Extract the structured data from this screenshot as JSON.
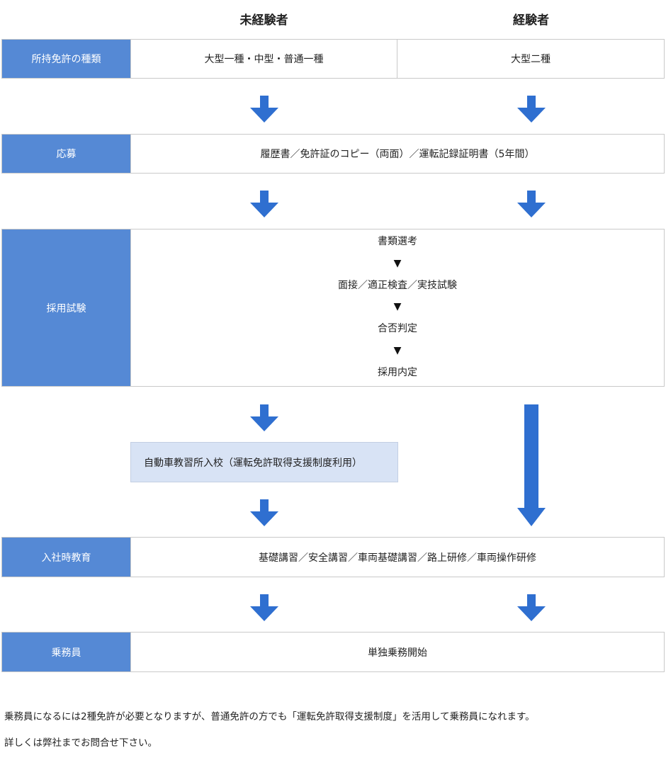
{
  "columns": {
    "inexperienced": "未経験者",
    "experienced": "経験者"
  },
  "rows": {
    "license": {
      "label": "所持免許の種類",
      "inexperienced": "大型一種・中型・普通一種",
      "experienced": "大型二種"
    },
    "apply": {
      "label": "応募",
      "content": "履歴書／免許証のコピー（両面）／運転記録証明書（5年間）"
    },
    "exam": {
      "label": "採用試験",
      "steps": [
        "書類選考",
        "面接／適正検査／実技試験",
        "合否判定",
        "採用内定"
      ],
      "separator": "▼"
    },
    "school": {
      "content": "自動車教習所入校（運転免許取得支援制度利用）"
    },
    "training": {
      "label": "入社時教育",
      "content": "基礎講習／安全講習／車両基礎講習／路上研修／車両操作研修"
    },
    "crew": {
      "label": "乗務員",
      "content": "単独乗務開始"
    }
  },
  "footer": {
    "line1": "乗務員になるには2種免許が必要となりますが、普通免許の方でも「運転免許取得支援制度」を活用して乗務員になれます。",
    "line2": "詳しくは弊社までお問合せ下さい。"
  },
  "colors": {
    "label_bg": "#5589d5",
    "arrow": "#2f6fd0",
    "school_bg": "#d8e3f5",
    "border": "#c9c9c9"
  }
}
